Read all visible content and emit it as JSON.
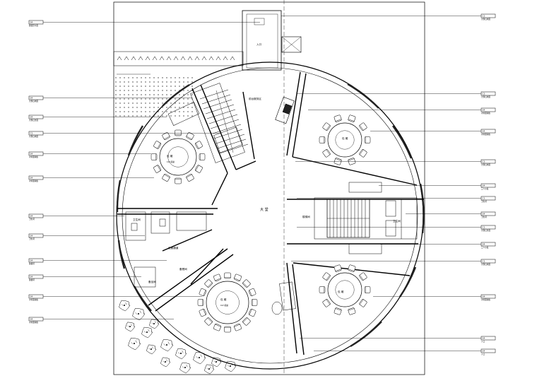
{
  "diagram": {
    "left_callouts": [
      {
        "tag": "04",
        "note": "圆弧形平面"
      },
      {
        "tag": "04",
        "note": "大理石地面"
      },
      {
        "tag": "04",
        "note": "大理石台面"
      },
      {
        "tag": "C1",
        "note": "大理石地面"
      },
      {
        "tag": "04",
        "note": "木饰面墙板"
      },
      {
        "tag": "04",
        "note": "木饰面墙板"
      },
      {
        "tag": "04",
        "note": "卫生间"
      },
      {
        "tag": "04",
        "note": "卫生间"
      },
      {
        "tag": "04",
        "note": "备餐间"
      },
      {
        "tag": "04",
        "note": "备餐间"
      },
      {
        "tag": "04",
        "note": "木饰面墙板"
      },
      {
        "tag": "04",
        "note": "木饰面墙板"
      }
    ],
    "right_callouts": [
      {
        "tag": "C1",
        "note": "大理石地面"
      },
      {
        "tag": "C1",
        "note": "大理石地面"
      },
      {
        "tag": "04",
        "note": "木饰面墙板"
      },
      {
        "tag": "04",
        "note": "木饰面墙板"
      },
      {
        "tag": "C1",
        "note": "大理石地面"
      },
      {
        "tag": "04",
        "note": "三人沙发"
      },
      {
        "tag": "C1",
        "note": "卫生间"
      },
      {
        "tag": "04",
        "note": "卫生间"
      },
      {
        "tag": "C1",
        "note": "大理石台面"
      },
      {
        "tag": "04",
        "note": "三人沙发"
      },
      {
        "tag": "C1",
        "note": "大理石地面"
      },
      {
        "tag": "04",
        "note": "木饰面墙板"
      },
      {
        "tag": "04",
        "note": "入口"
      },
      {
        "tag": "04",
        "note": "入口"
      }
    ],
    "rooms": {
      "hall": "大 堂",
      "entrance": "入口",
      "stair_hall": "楼梯间",
      "reception": "前台服务区",
      "prep": "备餐间",
      "storage": "备品间",
      "toilet": "卫生间",
      "toilet_2": "卫生间",
      "corridor": "走廊通道",
      "private_rooms": [
        {
          "name": "包 厢",
          "seats": "12人圆桌"
        },
        {
          "name": "包 厢",
          "seats": ""
        },
        {
          "name": "包 厢",
          "seats": "16人圆桌"
        },
        {
          "name": "包 厢",
          "seats": ""
        }
      ]
    }
  }
}
